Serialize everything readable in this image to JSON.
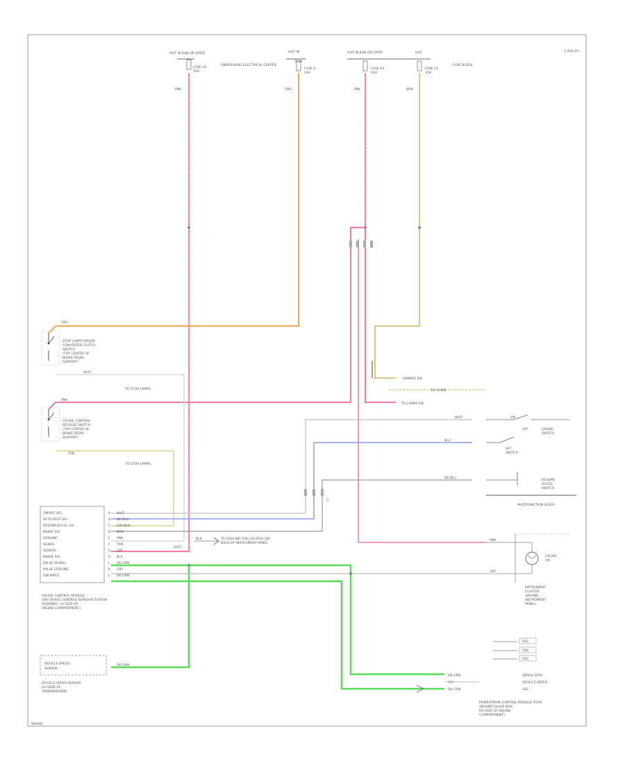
{
  "page": {
    "code": "1 (RELAY)",
    "footer_code": "W0000"
  },
  "colors": {
    "pink": "#f47aa0",
    "orange": "#f0a850",
    "tan": "#d8c880",
    "green": "#55dd55",
    "blue": "#8899ee",
    "gray": "#b8b8b8",
    "darkgray": "#888888",
    "frame": "#999999"
  },
  "top_labels": {
    "hot_start_left": "HOT IN RUN OR START",
    "fuse_left": "FUSE 16",
    "fuse_left_amp": "10A",
    "note_left": "UNDERHOOD ELECTRICAL CENTER",
    "hot_run_a": "HOT IN",
    "hot_run_a2": "RUN",
    "fuse_a": "FUSE 2",
    "fuse_a_amp": "10A",
    "hot_start_b": "HOT IN RUN OR START",
    "fuse_b": "FUSE 19",
    "fuse_b_amp": "10A",
    "hot_c": "HOT",
    "fuse_c": "FUSE 12",
    "fuse_c_amp": "10A",
    "fuse_block": "FUSE BLOCK"
  },
  "wire_colors": {
    "pnk": "PNK",
    "org": "ORG",
    "brn": "BRN",
    "wht": "WHT",
    "tan": "TAN",
    "blk": "BLK",
    "dkgrn": "DK GRN"
  },
  "stoplamp_switch": {
    "label1": "STOP LAMP/TORQUE",
    "label2": "CONVERTER CLUTCH",
    "label3": "SWITCH",
    "label4": "(TOP CENTER OF",
    "label5": "BRAKE PEDAL",
    "label6": "SUPPORT)",
    "wire_out": "ORG",
    "wire_out2": "WHT",
    "to_lamps": "TO STOP LAMPS"
  },
  "cruise_release_switch": {
    "label1": "CRUISE CONTROL",
    "label2": "RELEASE SWITCH",
    "label3": "(TOP CENTER OF",
    "label4": "BRAKE PEDAL",
    "label5": "SUPPORT)",
    "wire_in": "PNK",
    "wire_out": "TAN",
    "to_lamps": "TO STOP LAMPS"
  },
  "middle_labels": {
    "dim": "DIMMER SW",
    "chime": "TO CHIME",
    "lamps": "TO LAMPS SW",
    "g_node": "G"
  },
  "right_switch": {
    "wire1": "WHT",
    "wire2": "BLU",
    "label_cruise": "CRUISE",
    "label_cruise2": "SWITCH",
    "label_set": "SET",
    "label_set2": "SWITCH",
    "label_resume": "RESUME",
    "label_resume2": "/ACCEL",
    "label_resume3": "SWITCH",
    "wire3": "DK BLU",
    "multi_label": "MULTIFUNCTION LEVER",
    "on": "ON",
    "off": "OFF"
  },
  "module": {
    "pins": [
      "ON/OFF SIG",
      "SET/COAST SIG",
      "RESUME/ACCEL SIG",
      "BRAKE SIG",
      "GROUND",
      "SIGNAL",
      "SENSOR",
      "BRAKE SIG",
      "PULSE SIGNAL",
      "PULSE GROUND",
      "IGN INPUT"
    ],
    "wires": [
      "WHT",
      "DK BLU",
      "GRY/BLK",
      "BRN",
      "PNK",
      "TAN",
      "GRY",
      "BLK",
      "DK GRN",
      "GRY",
      "DK GRN"
    ],
    "pin_nums": [
      "A",
      "B",
      "C",
      "D",
      "E",
      "F",
      "G",
      "H",
      "J",
      "K",
      "L"
    ],
    "caption1": "CRUISE CONTROL MODULE",
    "caption2": "(ON CRUISE CONTROL SERVO/ACTUATOR",
    "caption3": "ASSEMBLY, LH SIDE OF",
    "caption4": "ENGINE COMPARTMENT)",
    "ground_note1": "TO GROUND TAB LOCATED ON",
    "ground_note2": "BACK OF INSTRUMENT PANEL",
    "splice": "S201",
    "ground_wire": "BLK"
  },
  "cruise_lamp": {
    "label1": "CRUISE",
    "label2": "ON",
    "label3": "INSTRUMENT",
    "label4": "CLUSTER",
    "label5": "(BEHIND",
    "label6": "INSTRUMENT",
    "label7": "PANEL)",
    "wire1": "PNK",
    "wire2": "GRY"
  },
  "speed_sensor": {
    "box1": "VEHICLE SPEED",
    "box2": "SENSOR",
    "caption1": "VEHICLE SPEED SENSOR",
    "caption2": "(LH SIDE OF",
    "caption3": "TRANSMISSION)",
    "wire": "DK GRN"
  },
  "pcm": {
    "tab1": "VSS",
    "tab2": "VSS",
    "tab3": "VSS",
    "row1": "DK GRN",
    "row2": "GRY",
    "row3": "DK GRN",
    "sig1": "SERIAL DATA",
    "sig2": "VEHICLE SPEED",
    "sig3": "VSS",
    "caption1": "POWERTRAIN CONTROL MODULE (PCM)",
    "caption2": "(BEHIND GLOVE BOX,",
    "caption3": "RH SIDE OF ENGINE",
    "caption4": "COMPARTMENT)"
  }
}
